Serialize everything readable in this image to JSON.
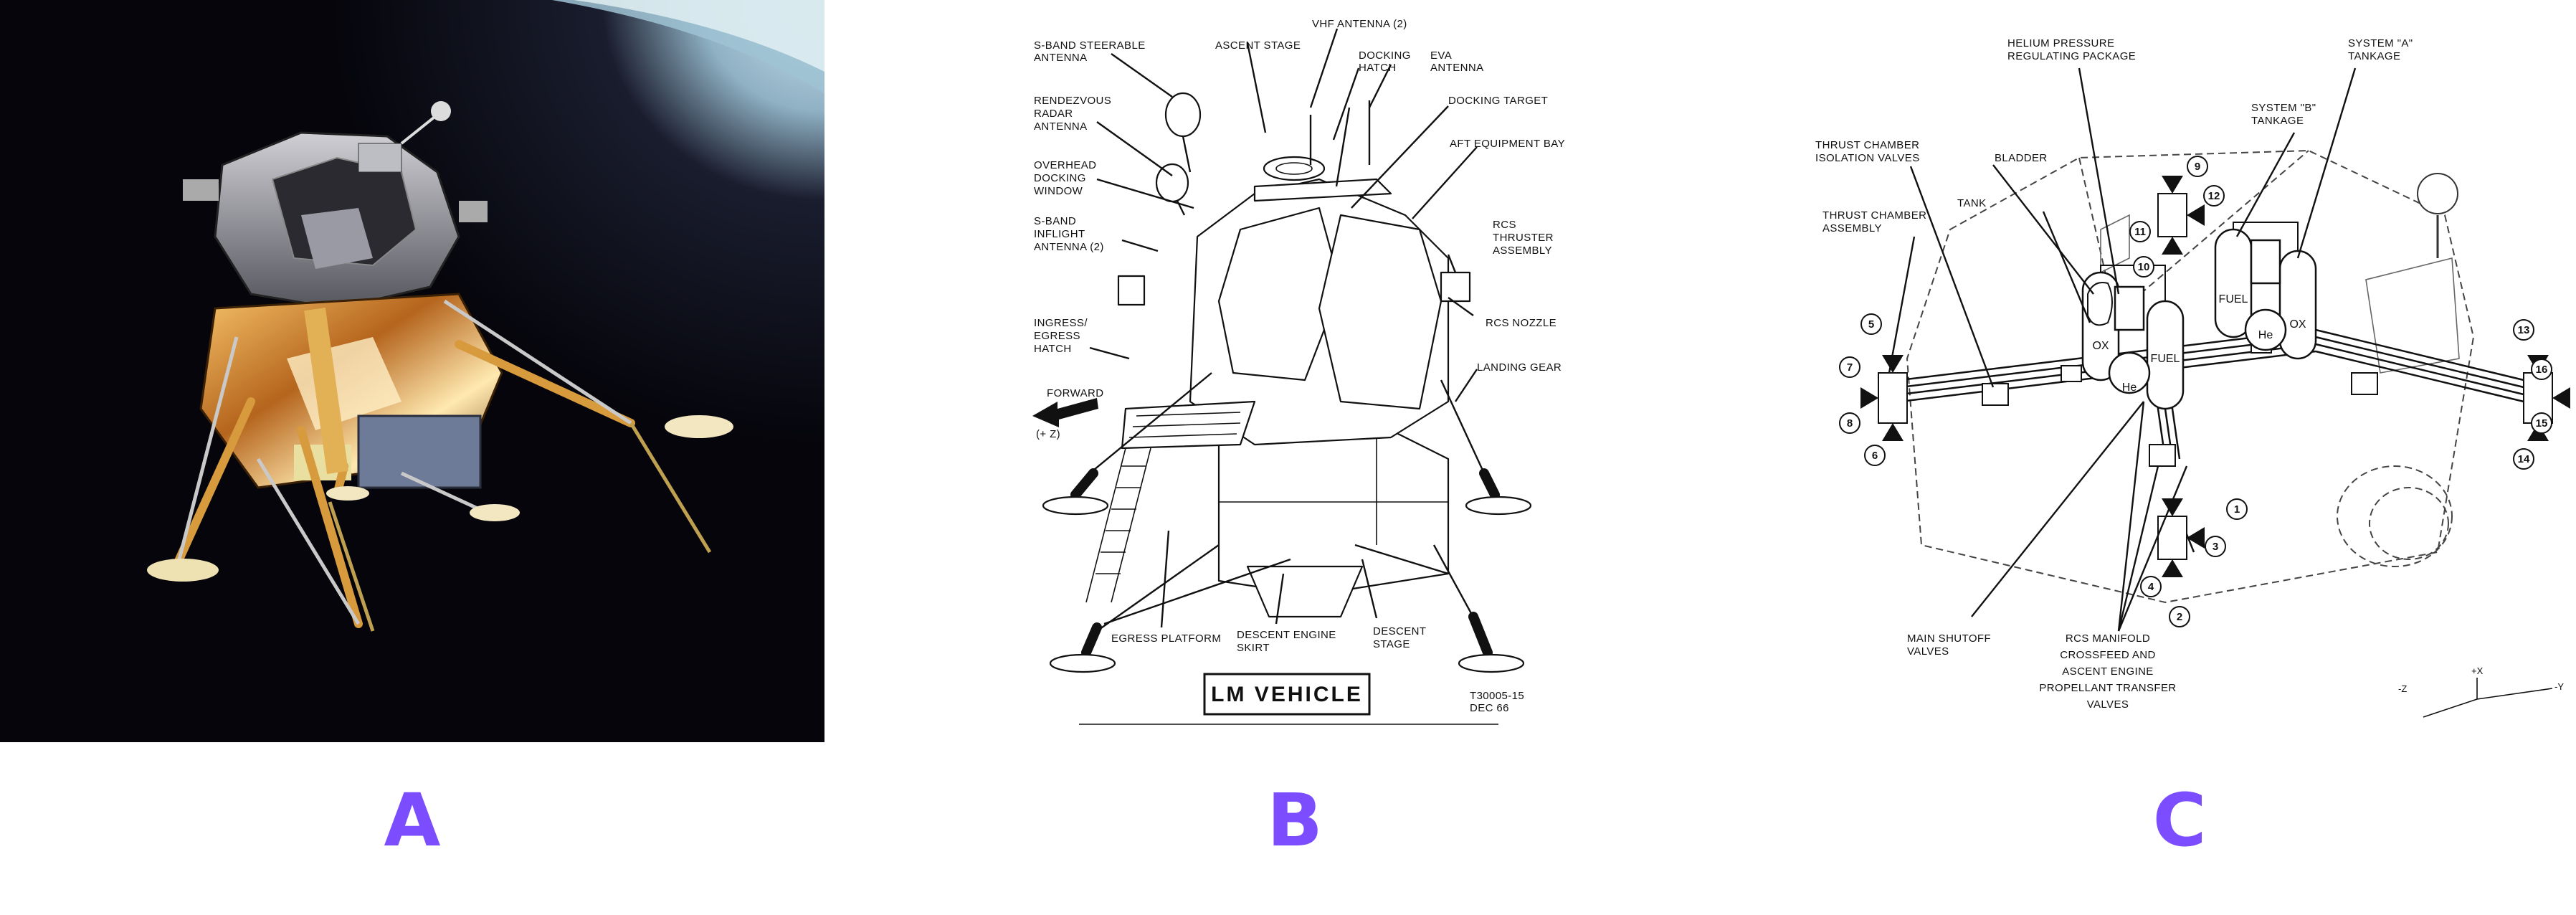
{
  "accent_color": "#7c4dff",
  "panels": [
    {
      "letter": "A",
      "kind": "photo"
    },
    {
      "letter": "B",
      "kind": "drawing"
    },
    {
      "letter": "C",
      "kind": "schematic"
    }
  ],
  "panel_b": {
    "labels": [
      {
        "id": "sband-steerable",
        "lines": [
          "S-BAND STEERABLE",
          "ANTENNA"
        ]
      },
      {
        "id": "ascent-stage",
        "lines": [
          "ASCENT STAGE"
        ]
      },
      {
        "id": "vhf-antenna",
        "lines": [
          "VHF ANTENNA (2)"
        ]
      },
      {
        "id": "docking-hatch",
        "lines": [
          "DOCKING",
          "HATCH"
        ]
      },
      {
        "id": "eva-antenna",
        "lines": [
          "EVA",
          "ANTENNA"
        ]
      },
      {
        "id": "docking-target",
        "lines": [
          "DOCKING TARGET"
        ]
      },
      {
        "id": "rendezvous-radar",
        "lines": [
          "RENDEZVOUS",
          "RADAR",
          "ANTENNA"
        ]
      },
      {
        "id": "aft-equipment-bay",
        "lines": [
          "AFT EQUIPMENT BAY"
        ]
      },
      {
        "id": "overhead-docking-window",
        "lines": [
          "OVERHEAD",
          "DOCKING",
          "WINDOW"
        ]
      },
      {
        "id": "sband-inflight",
        "lines": [
          "S-BAND",
          "INFLIGHT",
          "ANTENNA (2)"
        ]
      },
      {
        "id": "rcs-thruster",
        "lines": [
          "RCS",
          "THRUSTER",
          "ASSEMBLY"
        ]
      },
      {
        "id": "rcs-nozzle",
        "lines": [
          "RCS NOZZLE"
        ]
      },
      {
        "id": "ingress-hatch",
        "lines": [
          "INGRESS/",
          "EGRESS",
          "HATCH"
        ]
      },
      {
        "id": "landing-gear",
        "lines": [
          "LANDING GEAR"
        ]
      },
      {
        "id": "forward",
        "lines": [
          "FORWARD"
        ]
      },
      {
        "id": "plus-z",
        "lines": [
          "(+ Z)"
        ]
      },
      {
        "id": "egress-platform",
        "lines": [
          "EGRESS PLATFORM"
        ]
      },
      {
        "id": "descent-engine-skirt",
        "lines": [
          "DESCENT ENGINE",
          "SKIRT"
        ]
      },
      {
        "id": "descent-stage",
        "lines": [
          "DESCENT",
          "STAGE"
        ]
      },
      {
        "id": "drawing-number",
        "lines": [
          "T30005-15",
          "DEC 66"
        ]
      }
    ],
    "title_box": "LM VEHICLE"
  },
  "panel_c": {
    "labels": [
      {
        "id": "helium-pressure",
        "lines": [
          "HELIUM PRESSURE",
          "REGULATING PACKAGE"
        ]
      },
      {
        "id": "system-a",
        "lines": [
          "SYSTEM \"A\"",
          "TANKAGE"
        ]
      },
      {
        "id": "system-b",
        "lines": [
          "SYSTEM \"B\"",
          "TANKAGE"
        ]
      },
      {
        "id": "thrust-chamber-isolation",
        "lines": [
          "THRUST CHAMBER",
          "ISOLATION VALVES"
        ]
      },
      {
        "id": "bladder",
        "lines": [
          "BLADDER"
        ]
      },
      {
        "id": "tank",
        "lines": [
          "TANK"
        ]
      },
      {
        "id": "thrust-chamber-assembly",
        "lines": [
          "THRUST CHAMBER",
          "ASSEMBLY"
        ]
      },
      {
        "id": "main-shutoff",
        "lines": [
          "MAIN SHUTOFF",
          "VALVES"
        ]
      },
      {
        "id": "rcs-manifold",
        "lines": [
          "RCS MANIFOLD",
          "CROSSFEED AND",
          "ASCENT ENGINE",
          "PROPELLANT TRANSFER",
          "VALVES"
        ]
      }
    ],
    "tank_labels": [
      "OX",
      "FUEL",
      "He",
      "FUEL",
      "He",
      "OX"
    ],
    "thruster_numbers": [
      "1",
      "2",
      "3",
      "4",
      "5",
      "6",
      "7",
      "8",
      "9",
      "10",
      "11",
      "12",
      "13",
      "14",
      "15",
      "16"
    ],
    "axes": [
      "+X",
      "-Z",
      "-Y"
    ]
  }
}
